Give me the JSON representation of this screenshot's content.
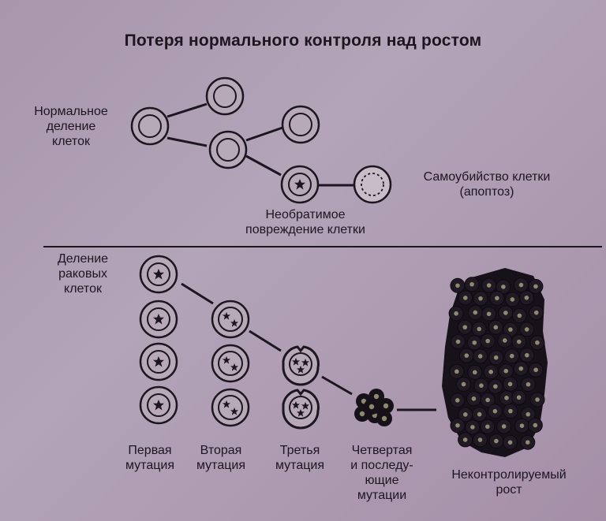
{
  "title": "Потеря нормального контроля над ростом",
  "top": {
    "normal_division": [
      "Нормальное",
      "деление",
      "клеток"
    ],
    "apoptosis": [
      "Самоубийство клетки",
      "(апоптоз)"
    ],
    "damage": [
      "Необратимое",
      "повреждение клетки"
    ]
  },
  "bottom": {
    "cancer_division": [
      "Деление",
      "раковых",
      "клеток"
    ],
    "mut1": [
      "Первая",
      "мутация"
    ],
    "mut2": [
      "Вторая",
      "мутация"
    ],
    "mut3": [
      "Третья",
      "мутация"
    ],
    "mut4": [
      "Четвертая",
      "и последу-",
      "ющие",
      "мутации"
    ],
    "uncontrolled": [
      "Неконтролируемый",
      "рост"
    ]
  },
  "colors": {
    "cell_fill": "#b7a9b8",
    "ink": "#1d1520",
    "tumor": "#17111a"
  }
}
